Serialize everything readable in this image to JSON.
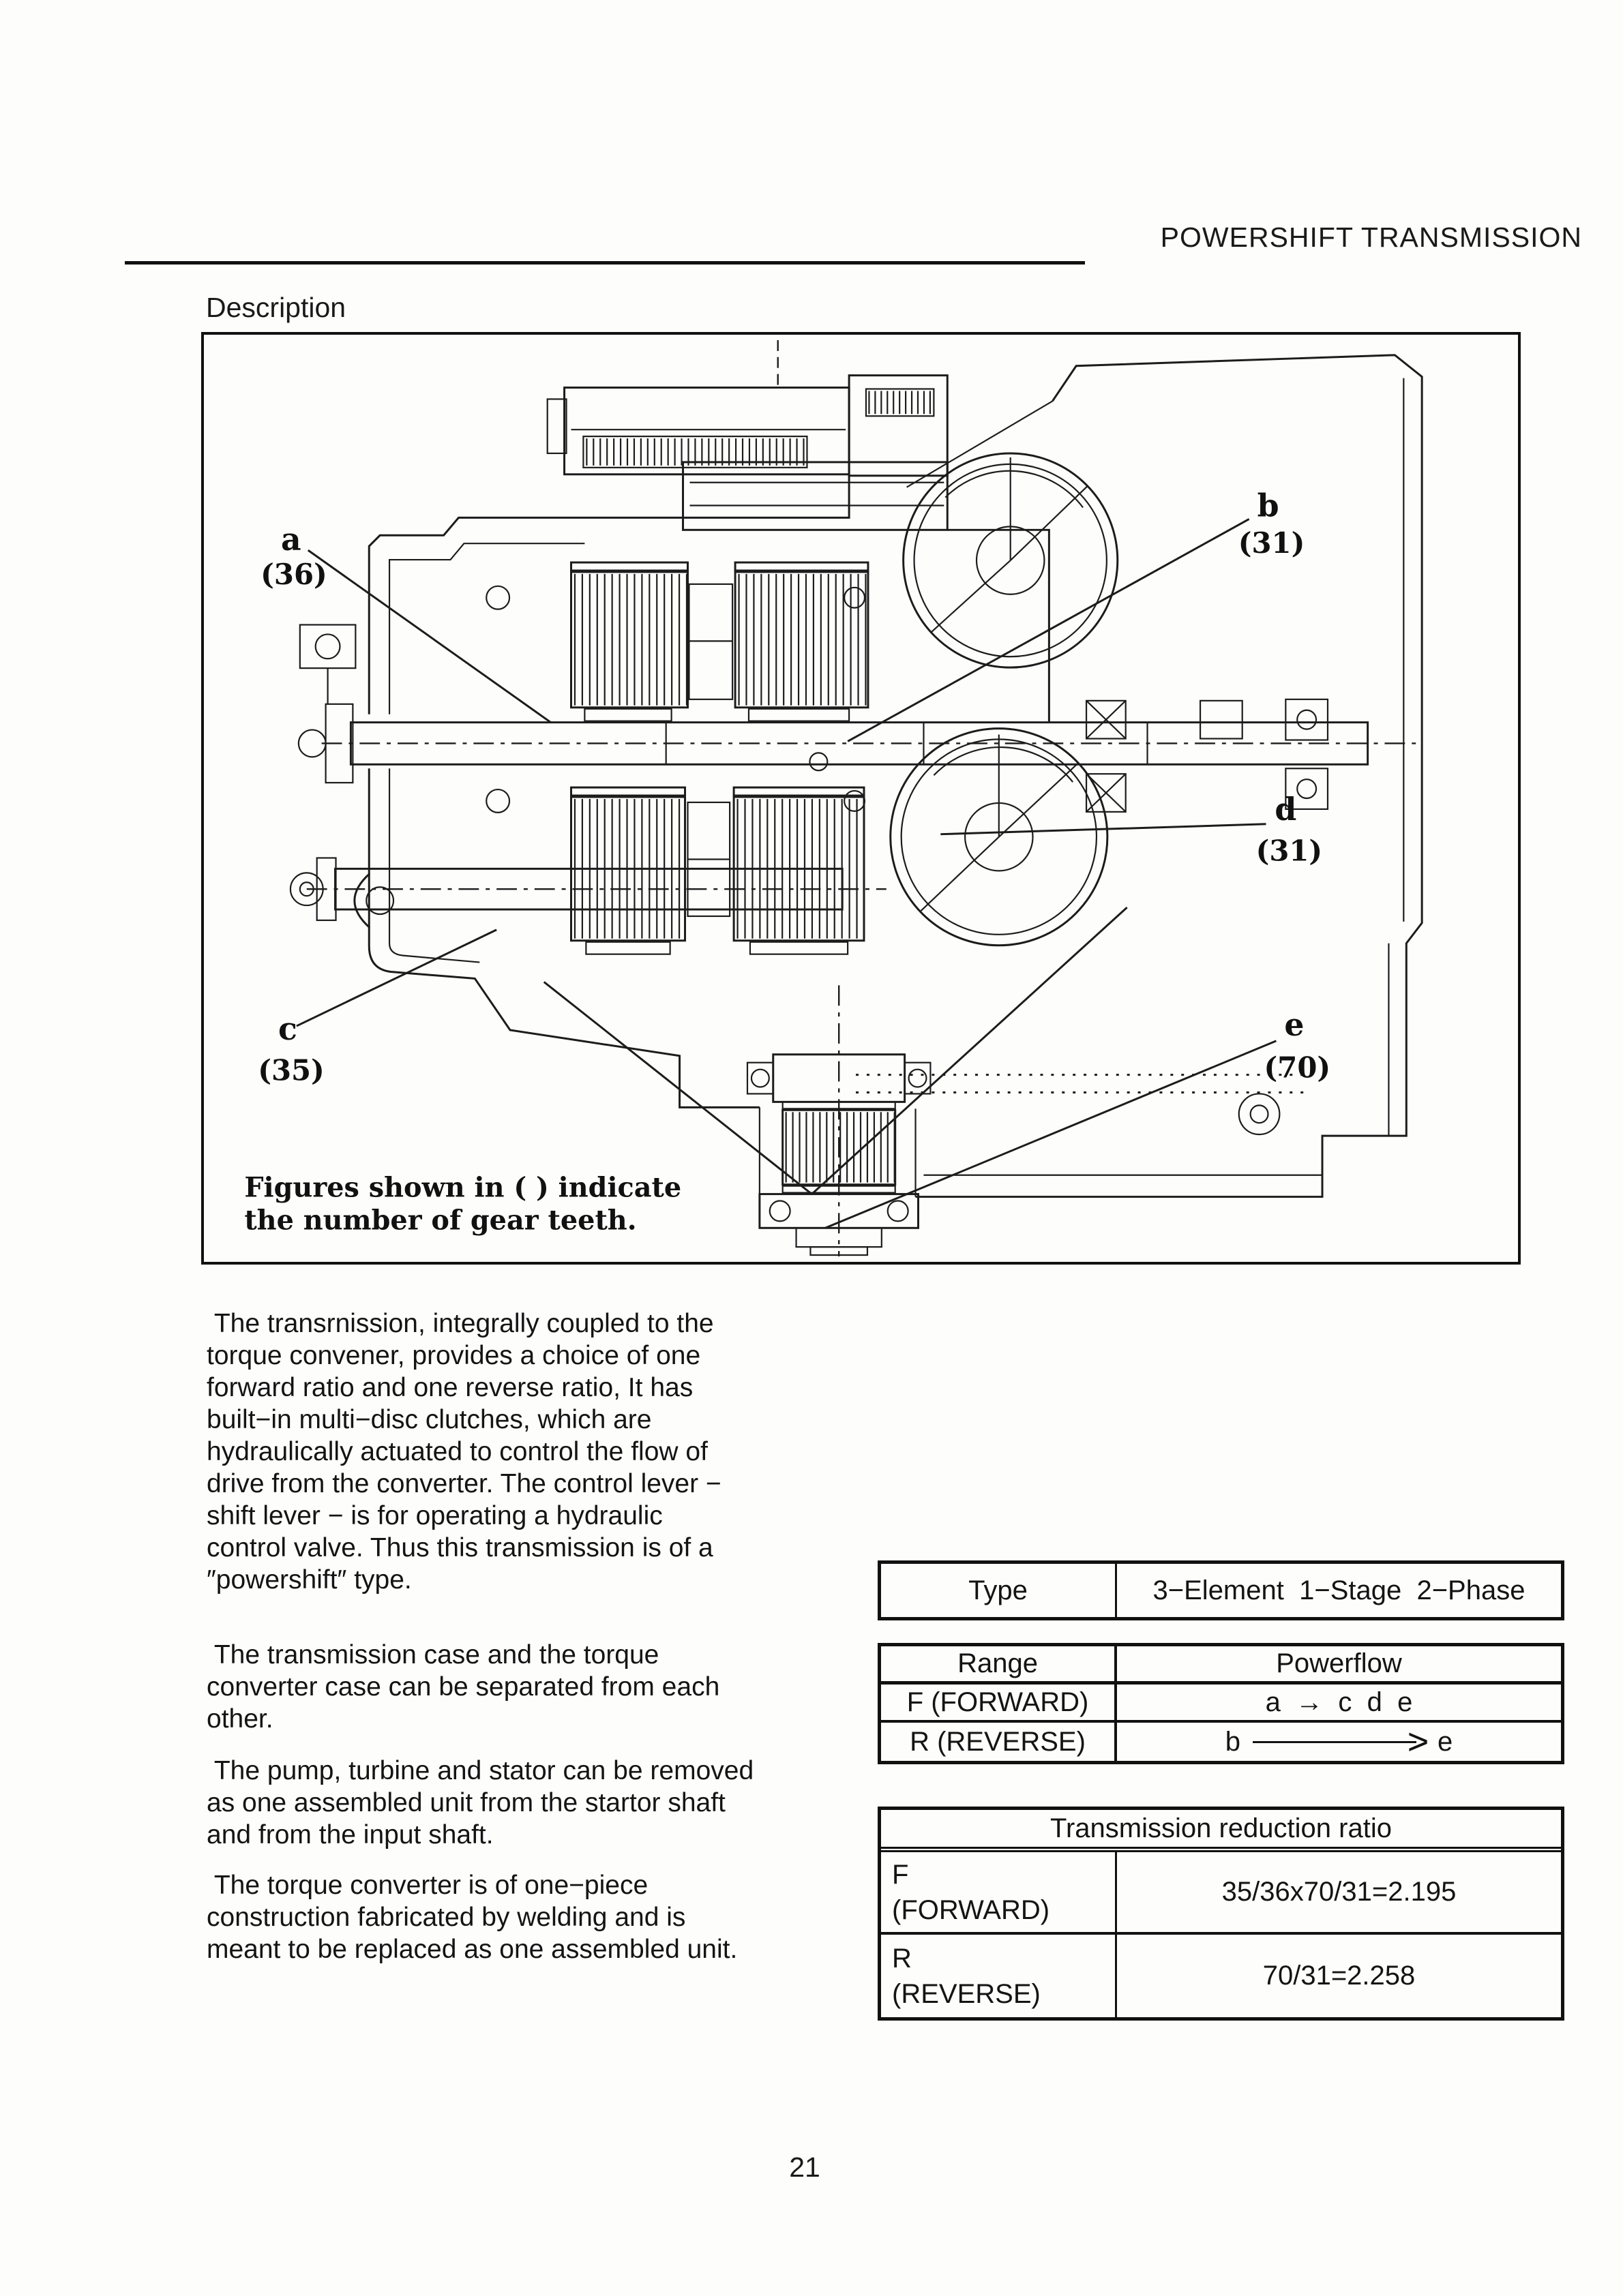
{
  "header": {
    "title": "POWERSHIFT TRANSMISSION"
  },
  "section": {
    "label": "Description"
  },
  "figure": {
    "note_line1": "Figures shown in ( ) indicate",
    "note_line2": "the number of gear teeth.",
    "labels": [
      {
        "id": "a",
        "teeth": "(36)"
      },
      {
        "id": "b",
        "teeth": "(31)"
      },
      {
        "id": "c",
        "teeth": "(35)"
      },
      {
        "id": "d",
        "teeth": "(31)"
      },
      {
        "id": "e",
        "teeth": "(70)"
      }
    ]
  },
  "paragraphs": [
    {
      "text": " The transrnission, integrally coupled to the\ntorque convener, provides a choice of one\nforward ratio and one reverse ratio, It has\nbuilt−in multi−disc clutches, which are\nhydraulically actuated to control the flow of\ndrive from the converter. The control lever −\nshift lever − is for operating a hydraulic\ncontrol valve. Thus this transmission is of a\n″powershift″ type."
    },
    {
      "text": " The transmission case and the torque\nconverter case can be separated from each\nother."
    },
    {
      "text": " The pump, turbine and stator can be removed\nas one assembled unit from the startor shaft\nand from the input shaft."
    },
    {
      "text": " The torque converter is of one−piece\nconstruction fabricated by welding and is\nmeant to be replaced as one assembled unit."
    }
  ],
  "tables": {
    "type": {
      "header": "Type",
      "value": "3−Element  1−Stage  2−Phase"
    },
    "range": {
      "col1": "Range",
      "col2": "Powerflow",
      "rows": [
        {
          "range": "F (FORWARD)",
          "flow": "a  →  c  d  e"
        },
        {
          "range": "R (REVERSE)",
          "flow_from": "b",
          "flow_head": ">",
          "flow_to": "e"
        }
      ]
    },
    "reduction": {
      "title": "Transmission reduction ratio",
      "rows": [
        {
          "label": "F\n(FORWARD)",
          "value": "35/36x70/31=2.195"
        },
        {
          "label": "R\n(REVERSE)",
          "value": "70/31=2.258"
        }
      ]
    }
  },
  "footer": {
    "page_number": "21"
  }
}
